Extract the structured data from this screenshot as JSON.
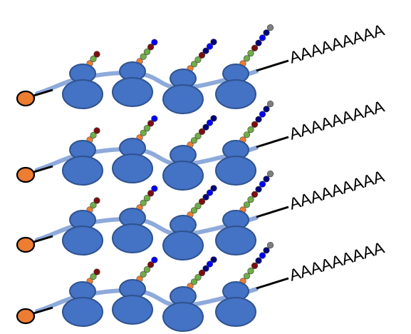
{
  "diagram": {
    "polyA_tail": "AAAAAAAAA",
    "polysome_count": 4,
    "ribosomes_per_strand": 4,
    "colors": {
      "ribosome": "#4472c4",
      "ribosome_outline": "#2f528f",
      "mrna": "#8eaadb",
      "tail_line": "#000000",
      "cap": "#ed7d31",
      "bead_orange": "#ed7d31",
      "bead_green": "#70ad47",
      "bead_darkred": "#7b0f0f",
      "bead_blue": "#0000ff",
      "bead_navy": "#00007a",
      "bead_gray": "#7f7f7f"
    }
  }
}
